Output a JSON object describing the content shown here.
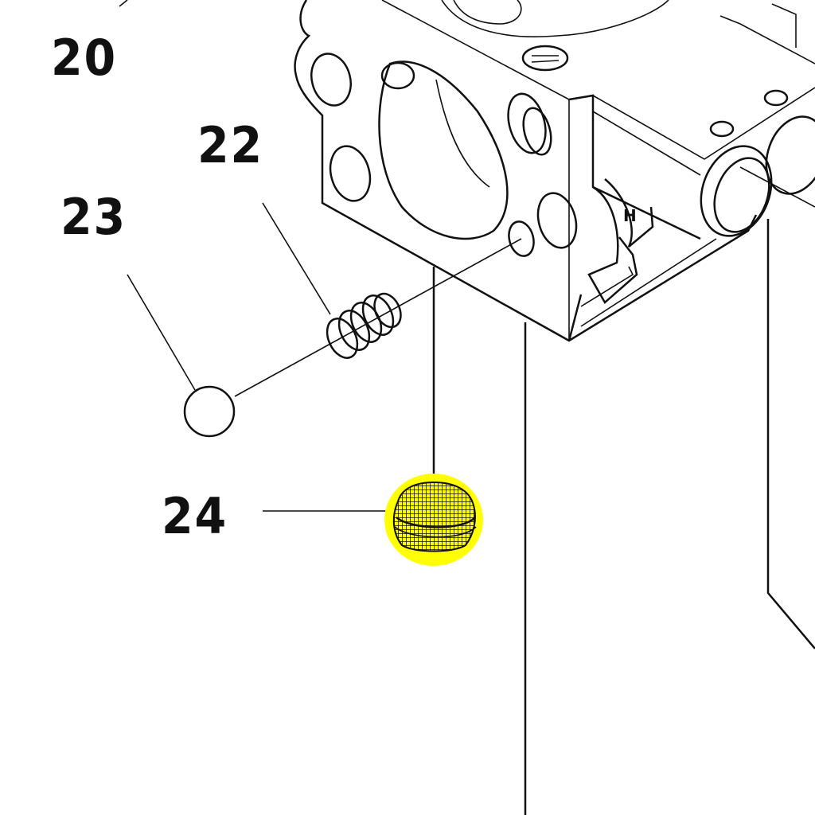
{
  "diagram": {
    "callouts": [
      {
        "id": "20",
        "label": "20"
      },
      {
        "id": "22",
        "label": "22"
      },
      {
        "id": "23",
        "label": "23"
      },
      {
        "id": "24",
        "label": "24"
      }
    ],
    "part_marking": "H",
    "highlight_color": "#ffff00",
    "highlighted_part": "24"
  }
}
